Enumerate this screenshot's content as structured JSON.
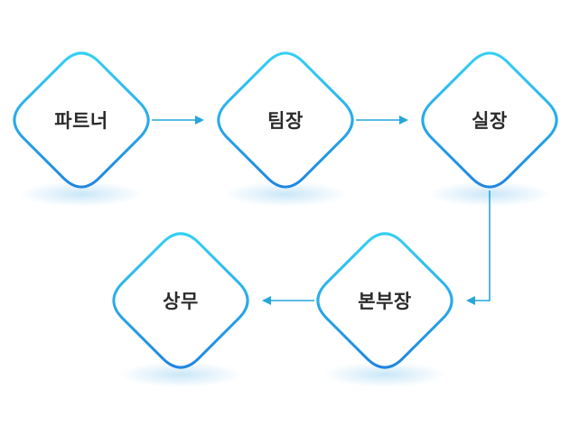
{
  "colors": {
    "node_stroke_top": "#33d0f2",
    "node_stroke_bottom": "#1f86e0",
    "connector": "#27a6da",
    "label_text": "#2b2b2b",
    "shadow": "#b9dff6"
  },
  "nodes": [
    {
      "id": "partner",
      "label": "파트너"
    },
    {
      "id": "team-lead",
      "label": "팀장"
    },
    {
      "id": "office-head",
      "label": "실장"
    },
    {
      "id": "headquarters-head",
      "label": "본부장"
    },
    {
      "id": "managing-director",
      "label": "상무"
    }
  ],
  "edges": [
    {
      "from": "partner",
      "to": "team-lead"
    },
    {
      "from": "team-lead",
      "to": "office-head"
    },
    {
      "from": "office-head",
      "to": "headquarters-head"
    },
    {
      "from": "headquarters-head",
      "to": "managing-director"
    }
  ]
}
